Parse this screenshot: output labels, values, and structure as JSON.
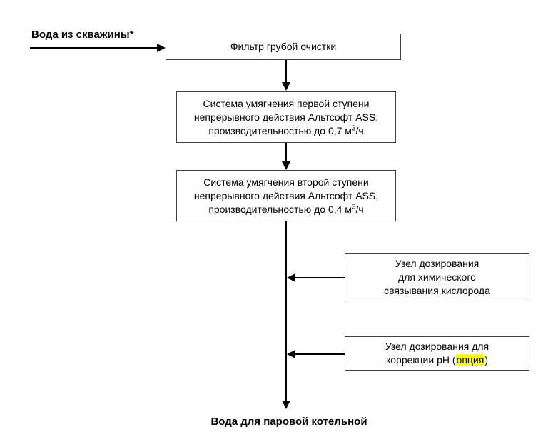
{
  "colors": {
    "background": "#ffffff",
    "line": "#000000",
    "box_border": "#3f3f3f",
    "text": "#000000",
    "highlight": "#ffff00"
  },
  "diagram": {
    "source_label": "Вода из скважины*",
    "output_label": "Вода для паровой котельной",
    "filter_box": {
      "line1": "Фильтр грубой очистки"
    },
    "softening_stage1_box": {
      "line1": "Система умягчения первой ступени",
      "line2": "непрерывного действия Альтсофт ASS,",
      "line3_pre": "производительностью до 0,7 м",
      "line3_sup": "3",
      "line3_post": "/ч"
    },
    "softening_stage2_box": {
      "line1": "Система умягчения второй ступени",
      "line2": "непрерывного действия Альтсофт ASS,",
      "line3_pre": "производительностью до 0,4 м",
      "line3_sup": "3",
      "line3_post": "/ч"
    },
    "dosing_oxygen_box": {
      "line1": "Узел дозирования",
      "line2": "для химического",
      "line3": "связывания кислорода"
    },
    "dosing_ph_box": {
      "line1": "Узел дозирования для",
      "line2_pre": "коррекции pH (",
      "line2_highlight": "опция",
      "line2_post": ")"
    }
  }
}
